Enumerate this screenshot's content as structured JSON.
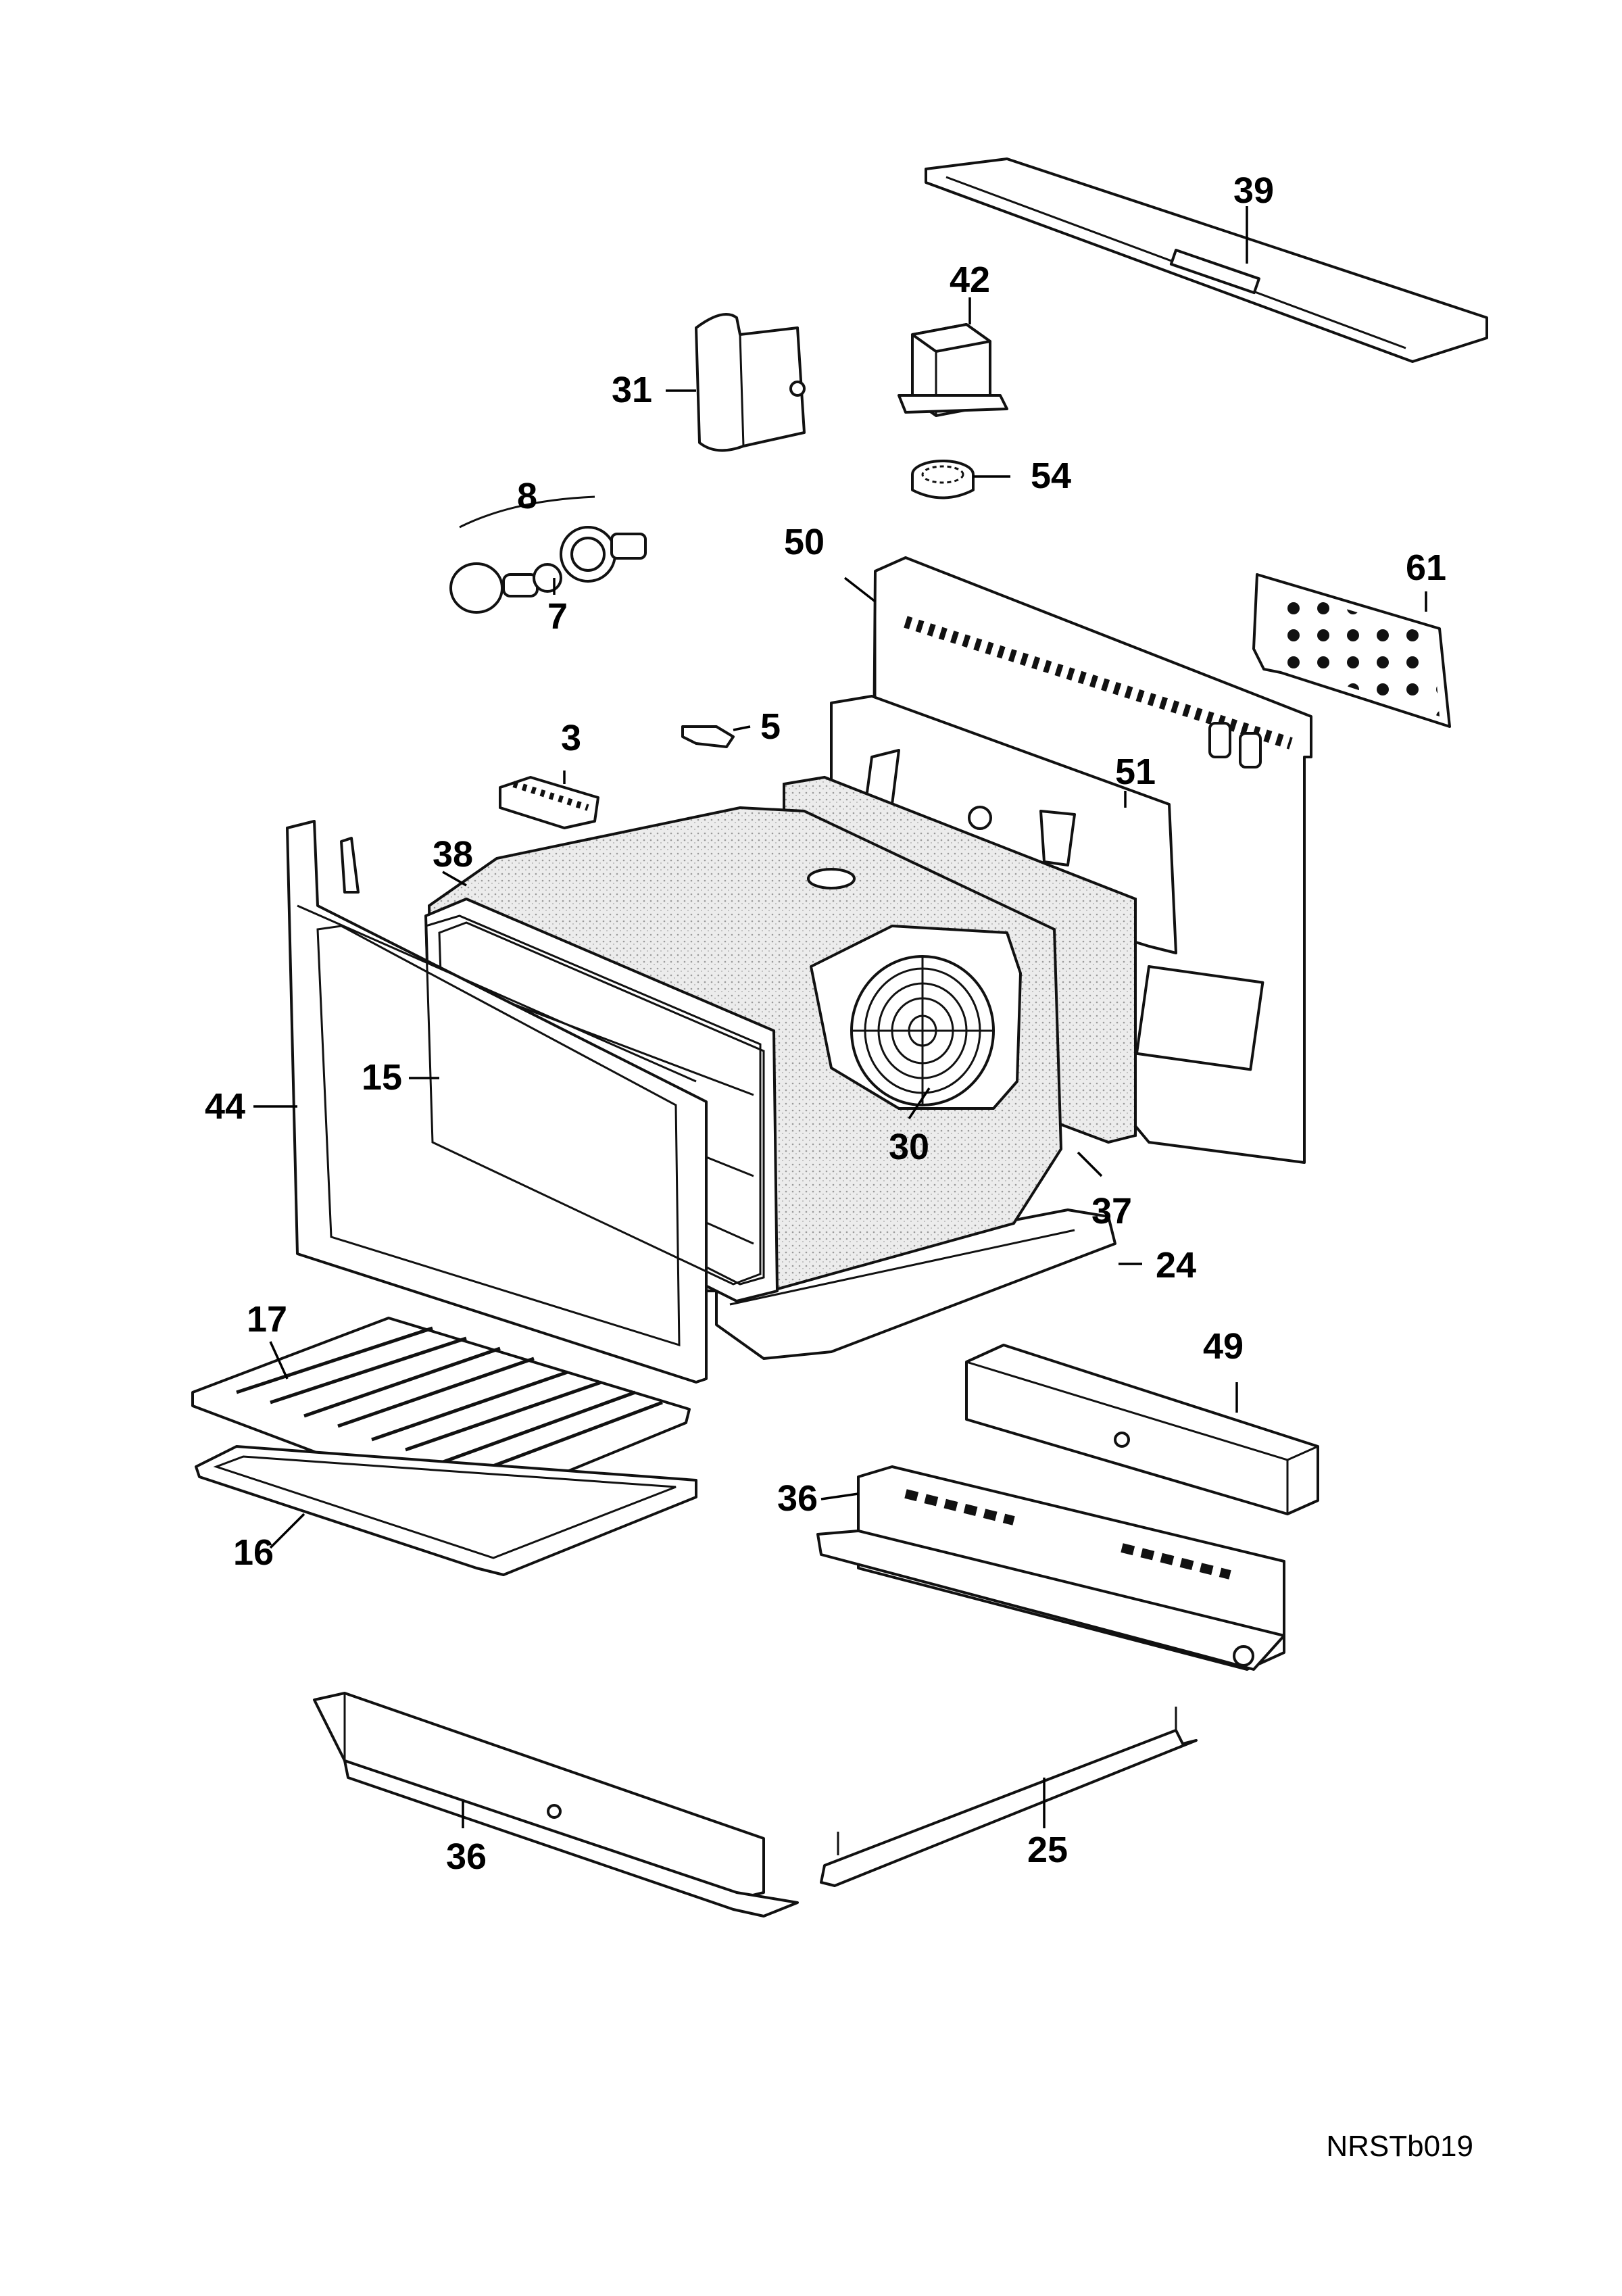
{
  "parts": [
    {
      "id": "p39",
      "label": "39"
    },
    {
      "id": "p42",
      "label": "42"
    },
    {
      "id": "p31",
      "label": "31"
    },
    {
      "id": "p54",
      "label": "54"
    },
    {
      "id": "p8",
      "label": "8"
    },
    {
      "id": "p7",
      "label": "7"
    },
    {
      "id": "p50",
      "label": "50"
    },
    {
      "id": "p61",
      "label": "61"
    },
    {
      "id": "p3",
      "label": "3"
    },
    {
      "id": "p5",
      "label": "5"
    },
    {
      "id": "p51",
      "label": "51"
    },
    {
      "id": "p38",
      "label": "38"
    },
    {
      "id": "p15",
      "label": "15"
    },
    {
      "id": "p44",
      "label": "44"
    },
    {
      "id": "p30",
      "label": "30"
    },
    {
      "id": "p37",
      "label": "37"
    },
    {
      "id": "p24",
      "label": "24"
    },
    {
      "id": "p17",
      "label": "17"
    },
    {
      "id": "p49",
      "label": "49"
    },
    {
      "id": "p36a",
      "label": "36"
    },
    {
      "id": "p16",
      "label": "16"
    },
    {
      "id": "p36b",
      "label": "36"
    },
    {
      "id": "p25",
      "label": "25"
    }
  ],
  "drawing_code": "NRSTb019"
}
